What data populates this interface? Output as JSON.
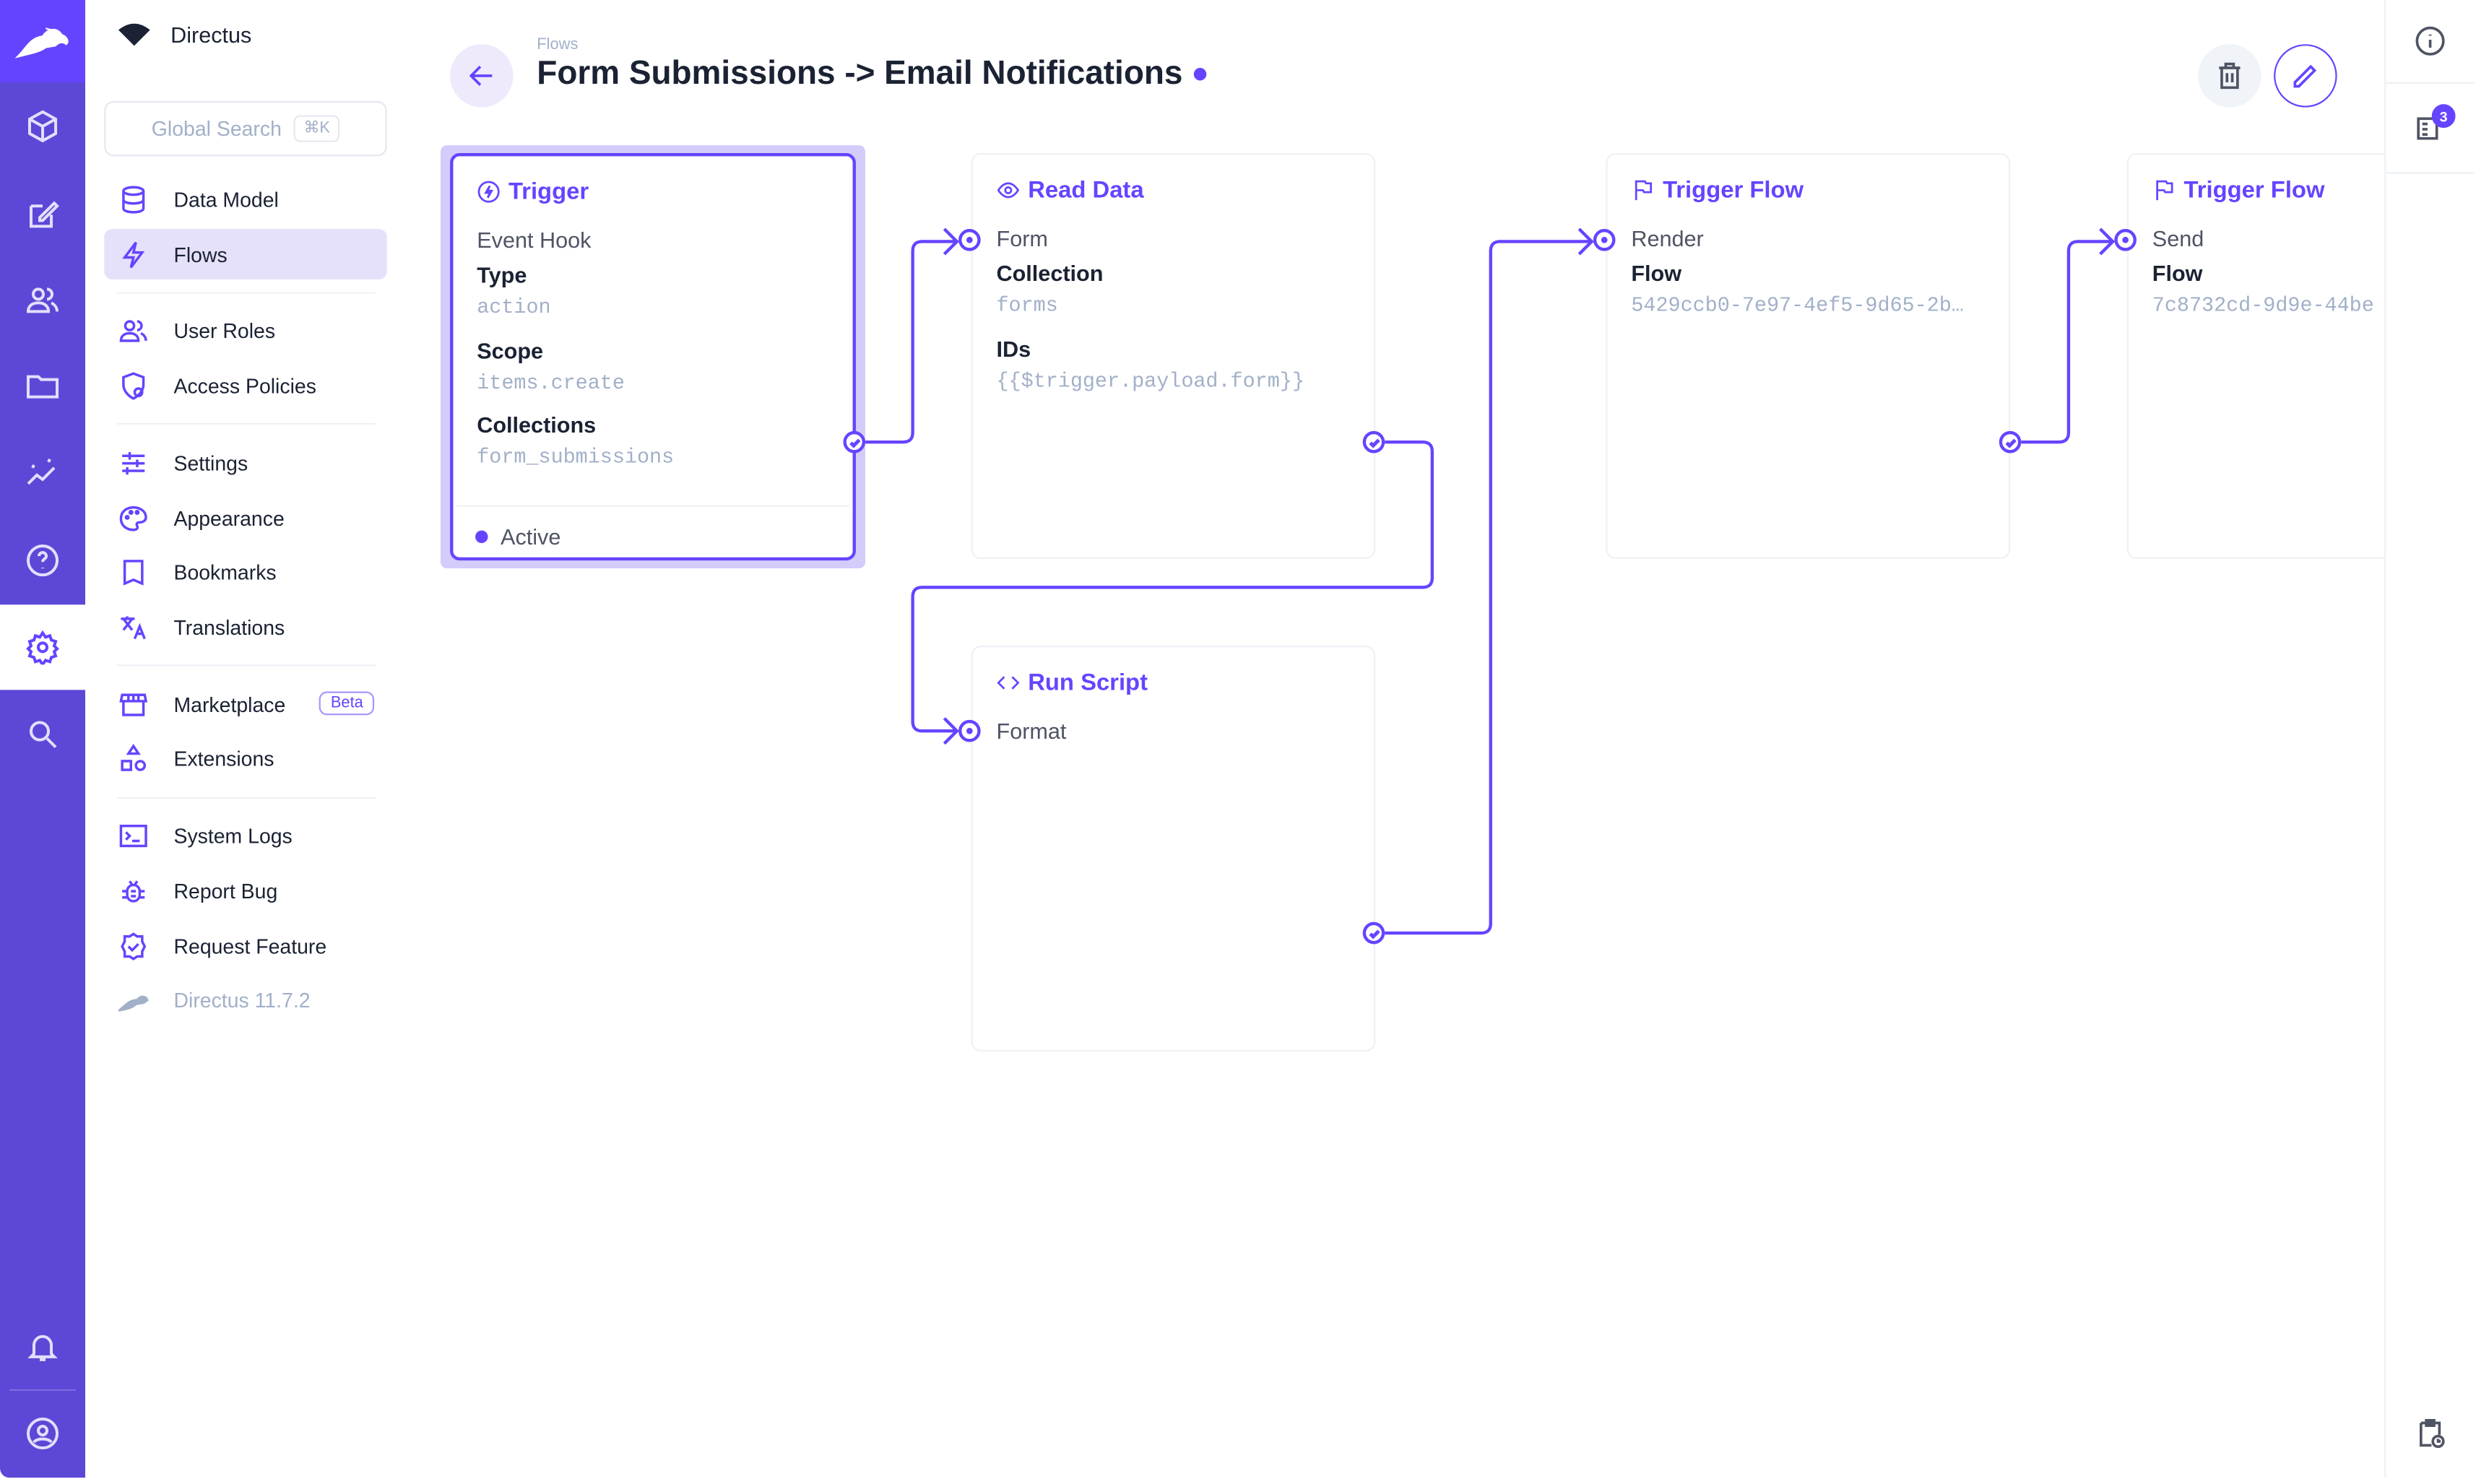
{
  "app": {
    "name": "Directus",
    "version": "Directus 11.7.2"
  },
  "colors": {
    "accent": "#6644ff",
    "rail": "#5b48d7",
    "muted": "#a2b0c8"
  },
  "rail": {
    "items": [
      "content-icon",
      "edit-icon",
      "users-icon",
      "files-icon",
      "insights-icon",
      "help-icon",
      "settings-icon",
      "search-icon"
    ],
    "active": "settings-icon",
    "bottom": [
      "bell-icon",
      "user-icon"
    ]
  },
  "sidebar": {
    "search": {
      "placeholder": "Global Search",
      "shortcut": "⌘K"
    },
    "items": [
      {
        "label": "Data Model",
        "icon": "database-icon"
      },
      {
        "label": "Flows",
        "icon": "bolt-icon",
        "active": true
      },
      {
        "label": "User Roles",
        "icon": "group-icon"
      },
      {
        "label": "Access Policies",
        "icon": "policy-icon"
      },
      {
        "label": "Settings",
        "icon": "tune-icon"
      },
      {
        "label": "Appearance",
        "icon": "palette-icon"
      },
      {
        "label": "Bookmarks",
        "icon": "bookmark-icon"
      },
      {
        "label": "Translations",
        "icon": "translate-icon"
      },
      {
        "label": "Marketplace",
        "icon": "storefront-icon",
        "badge": "Beta"
      },
      {
        "label": "Extensions",
        "icon": "shapes-icon"
      },
      {
        "label": "System Logs",
        "icon": "terminal-icon"
      },
      {
        "label": "Report Bug",
        "icon": "bug-icon"
      },
      {
        "label": "Request Feature",
        "icon": "verified-icon"
      }
    ]
  },
  "header": {
    "breadcrumb": "Flows",
    "title": "Form Submissions -> Email Notifications",
    "status_dot": "active"
  },
  "rightrail": {
    "notifications_badge": "3"
  },
  "flow": {
    "trigger": {
      "title": "Trigger",
      "subtitle": "Event Hook",
      "fields": [
        {
          "key": "Type",
          "value": "action"
        },
        {
          "key": "Scope",
          "value": "items.create"
        },
        {
          "key": "Collections",
          "value": "form_submissions"
        }
      ],
      "status": "Active"
    },
    "read_data": {
      "title": "Read Data",
      "name": "Form",
      "fields": [
        {
          "key": "Collection",
          "value": "forms"
        },
        {
          "key": "IDs",
          "value": "{{$trigger.payload.form}}"
        }
      ]
    },
    "run_script": {
      "title": "Run Script",
      "name": "Format"
    },
    "trigger_flow_1": {
      "title": "Trigger Flow",
      "name": "Render",
      "fields": [
        {
          "key": "Flow",
          "value": "5429ccb0-7e97-4ef5-9d65-2b…"
        }
      ]
    },
    "trigger_flow_2": {
      "title": "Trigger Flow",
      "name": "Send",
      "fields": [
        {
          "key": "Flow",
          "value": "7c8732cd-9d9e-44be"
        }
      ]
    }
  }
}
